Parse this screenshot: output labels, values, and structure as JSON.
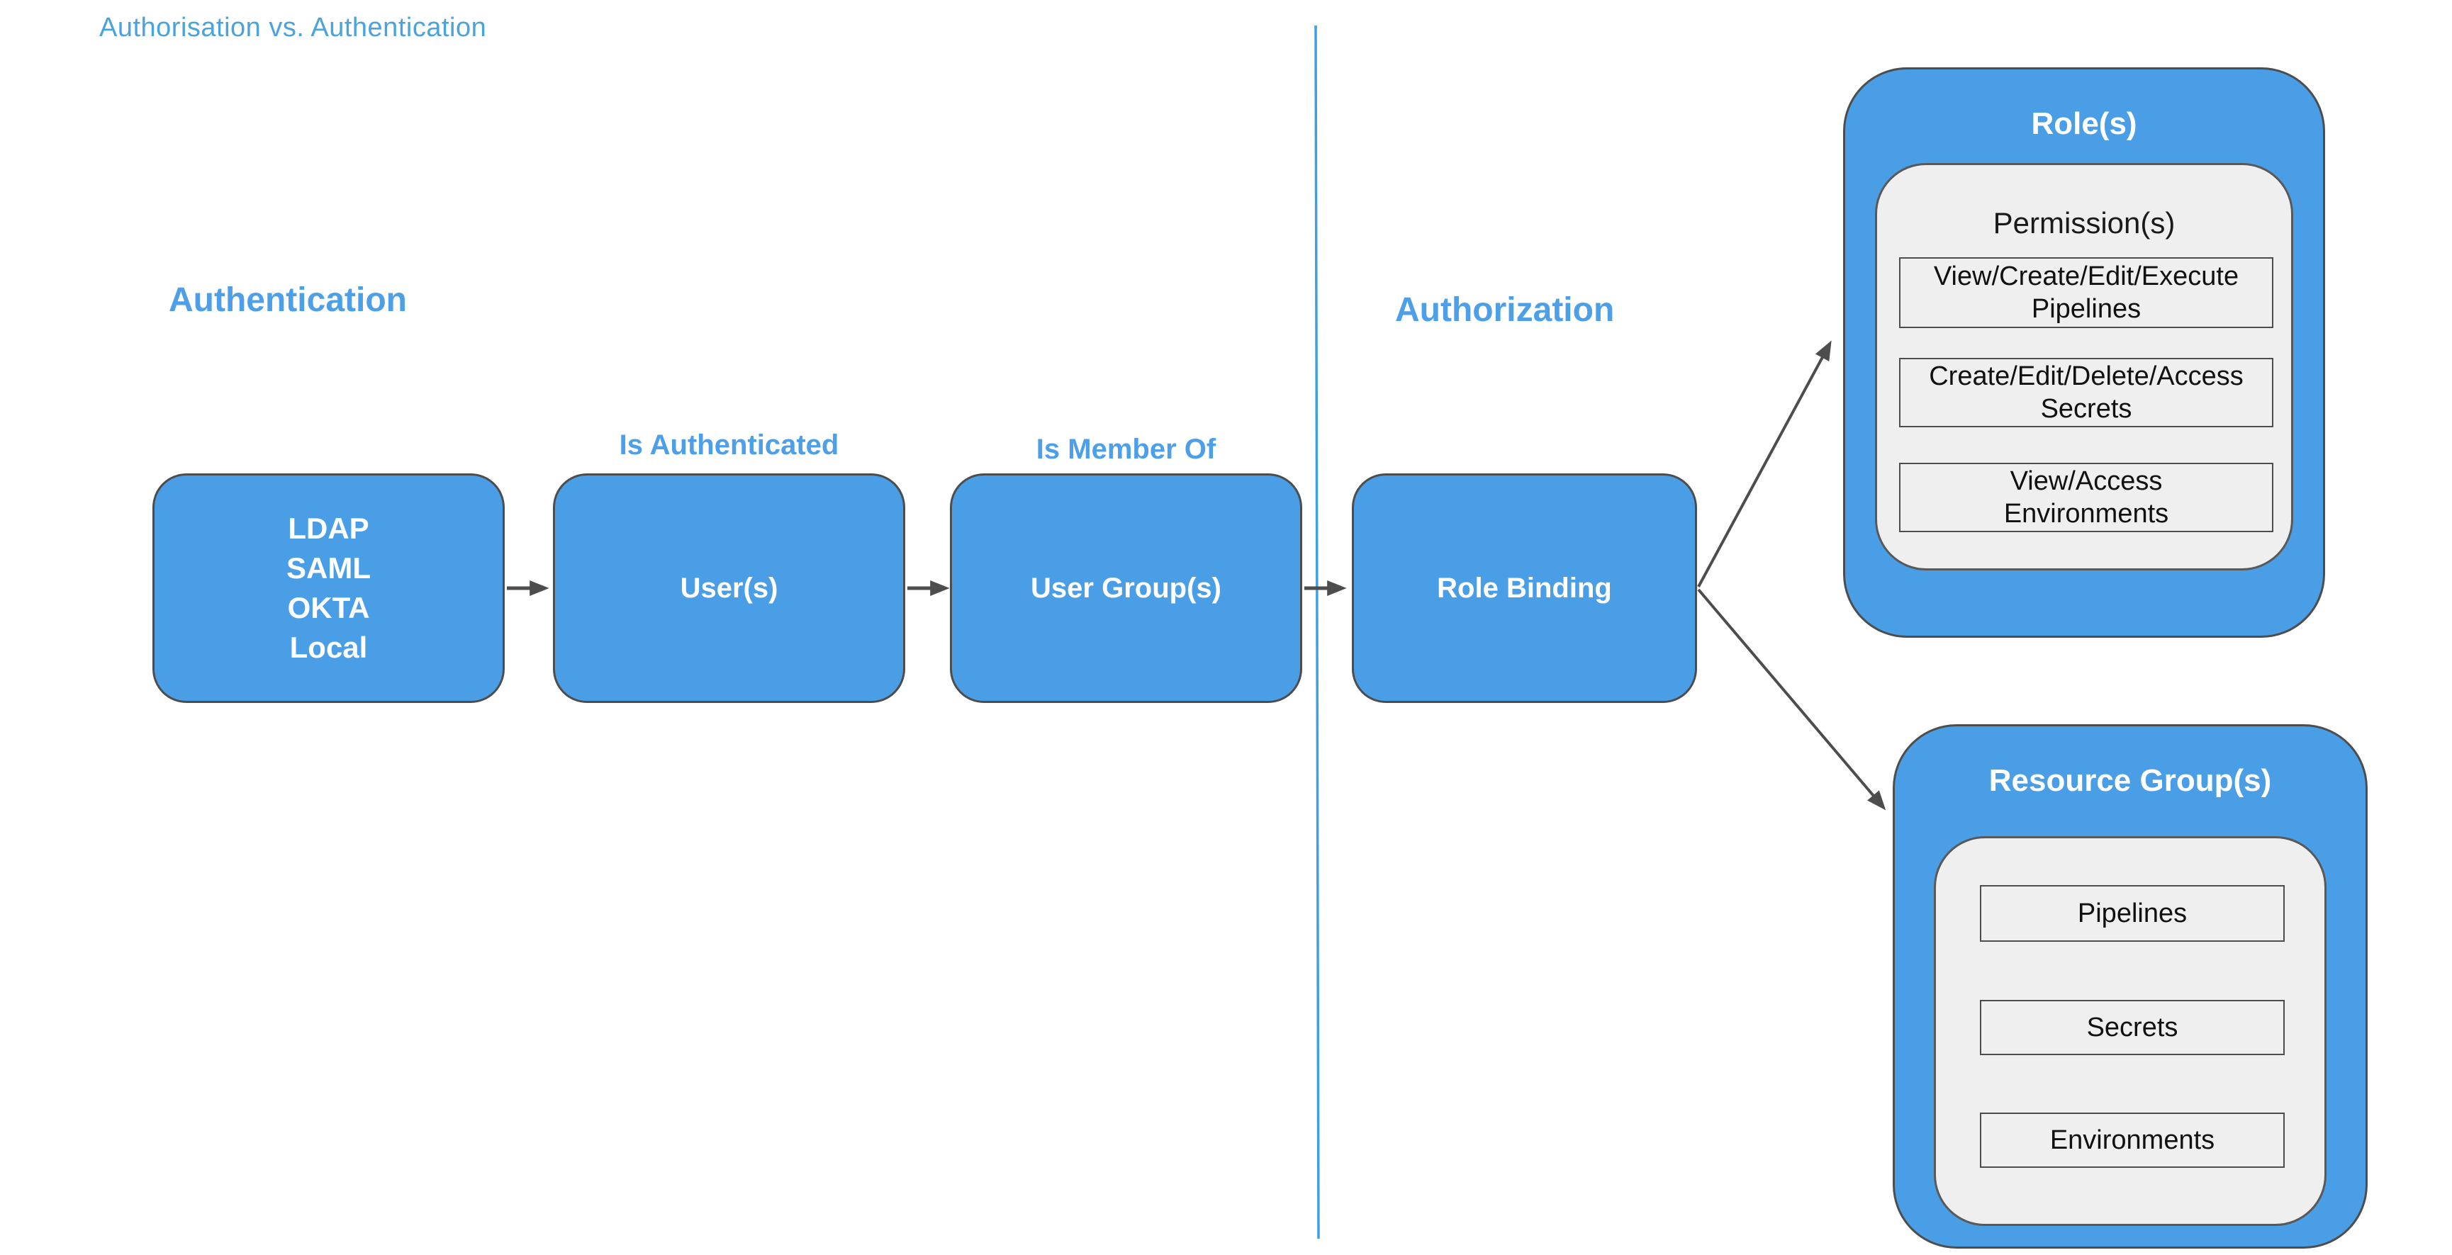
{
  "page_title": "Authorisation vs. Authentication",
  "colors": {
    "node_blue": "#4a9ee6",
    "heading_blue": "#4d9fe8",
    "title_blue": "#4ba3dc",
    "divider_blue": "#3fa0e0",
    "connector_gray": "#4d4d4d",
    "panel_gray": "#efefef"
  },
  "left_section": {
    "heading": "Authentication"
  },
  "right_section": {
    "heading": "Authorization"
  },
  "flow_boxes": {
    "identity_providers": {
      "lines": [
        "LDAP",
        "SAML",
        "OKTA",
        "Local"
      ]
    },
    "users": {
      "label": "User(s)",
      "top_label": "Is Authenticated"
    },
    "user_groups": {
      "label": "User Group(s)",
      "top_label": "Is Member Of"
    },
    "role_binding": {
      "label": "Role Binding"
    }
  },
  "roles_panel": {
    "title": "Role(s)",
    "subtitle": "Permission(s)",
    "permissions": [
      "View/Create/Edit/Execute\nPipelines",
      "Create/Edit/Delete/Access\nSecrets",
      "View/Access\nEnvironments"
    ]
  },
  "resource_groups_panel": {
    "title": "Resource Group(s)",
    "resources": [
      "Pipelines",
      "Secrets",
      "Environments"
    ]
  }
}
